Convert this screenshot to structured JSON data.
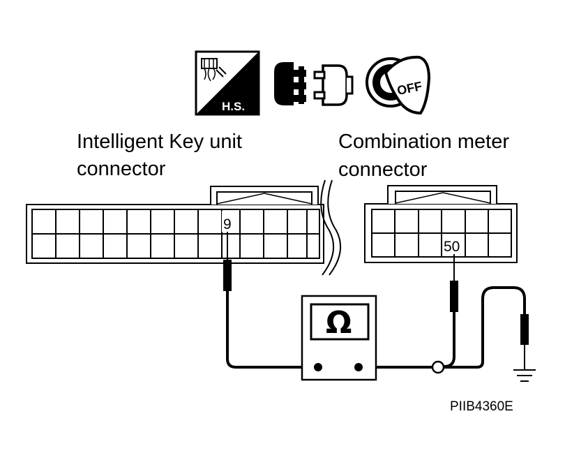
{
  "labels": {
    "left_connector_line1": "Intelligent Key unit",
    "left_connector_line2": "connector",
    "right_connector_line1": "Combination meter",
    "right_connector_line2": "connector",
    "left_pin": "9",
    "right_pin": "50",
    "meter_symbol": "Ω",
    "figure_code": "PIIB4360E",
    "harness_icon_text": "H.S.",
    "ignition_icon_text": "OFF"
  },
  "icons": [
    "harness-connector-icon",
    "disconnect-connector-icon",
    "ignition-off-icon"
  ]
}
